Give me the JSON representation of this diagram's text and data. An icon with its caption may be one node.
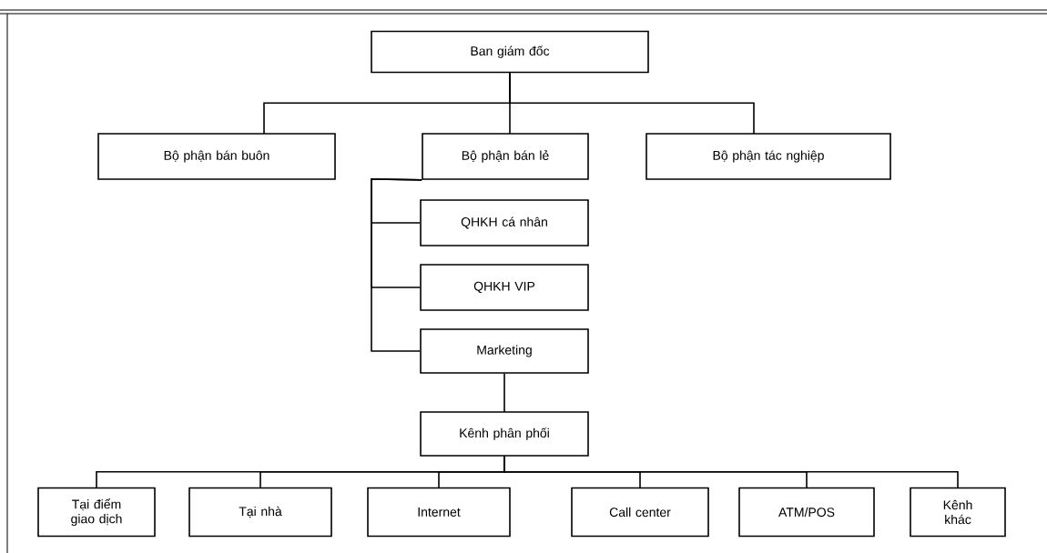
{
  "diagram": {
    "nodes": [
      {
        "text": [
          "Ban giám đốc"
        ]
      },
      {
        "text": [
          "Bộ phận bán buôn"
        ]
      },
      {
        "text": [
          "Bộ phận bán lẻ"
        ]
      },
      {
        "text": [
          "Bộ phận tác nghiệp"
        ]
      },
      {
        "text": [
          "QHKH cá nhân"
        ]
      },
      {
        "text": [
          "QHKH VIP"
        ]
      },
      {
        "text": [
          "Marketing"
        ]
      },
      {
        "text": [
          "Kênh phân phối"
        ]
      },
      {
        "text": [
          "Tại điểm giao dịch"
        ]
      },
      {
        "text": [
          "Tại nhà"
        ]
      },
      {
        "text": [
          "Internet"
        ]
      },
      {
        "text": [
          "Call center"
        ]
      },
      {
        "text": [
          "ATM/POS"
        ]
      },
      {
        "text": [
          "Kênh khác"
        ]
      }
    ],
    "edges": [
      {
        "from": 0,
        "to": 1,
        "arrow": "none"
      },
      {
        "from": 0,
        "to": 2,
        "arrow": "none"
      },
      {
        "from": 0,
        "to": 3,
        "arrow": "none"
      },
      {
        "from": 2,
        "to": 4,
        "arrow": "none"
      },
      {
        "from": 2,
        "to": 5,
        "arrow": "none"
      },
      {
        "from": 2,
        "to": 6,
        "arrow": "none"
      },
      {
        "from": 6,
        "to": 7,
        "arrow": "none"
      },
      {
        "from": 7,
        "to": 8,
        "arrow": "none"
      },
      {
        "from": 7,
        "to": 9,
        "arrow": "none"
      },
      {
        "from": 7,
        "to": 10,
        "arrow": "none"
      },
      {
        "from": 7,
        "to": 11,
        "arrow": "none"
      },
      {
        "from": 7,
        "to": 12,
        "arrow": "none"
      },
      {
        "from": 7,
        "to": 13,
        "arrow": "none"
      }
    ]
  }
}
